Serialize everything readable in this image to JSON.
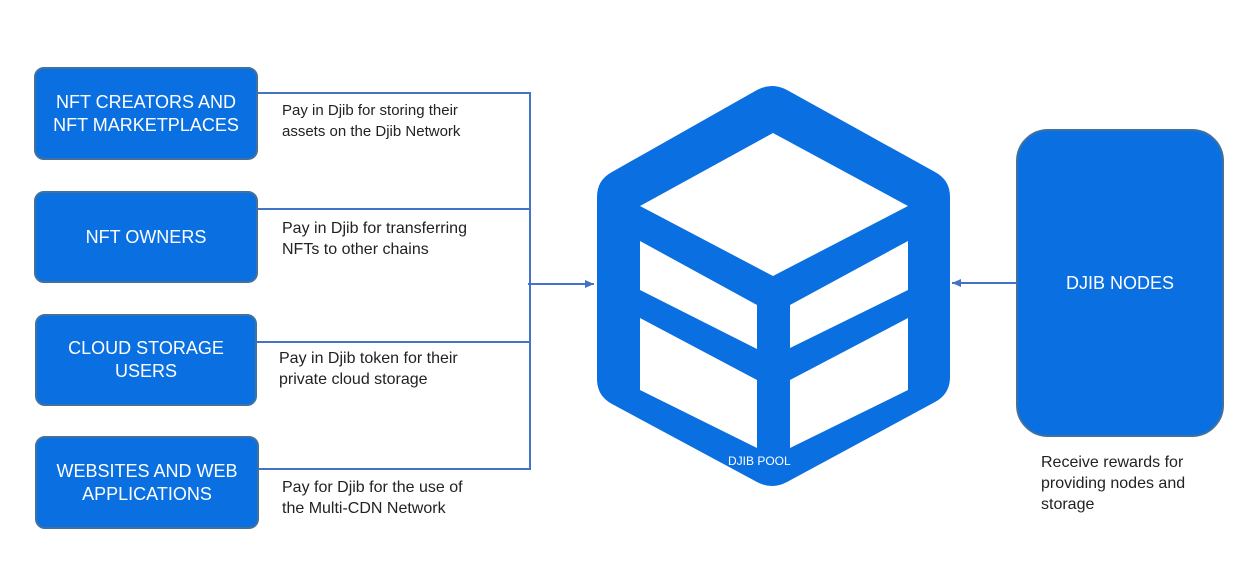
{
  "diagram": {
    "sources": [
      {
        "label": "NFT CREATORS AND\nNFT MARKETPLACES",
        "description": "Pay in Djib for storing their\nassets on the Djib Network"
      },
      {
        "label": "NFT OWNERS",
        "description": "Pay in Djib for transferring\nNFTs to other chains"
      },
      {
        "label": "CLOUD STORAGE\nUSERS",
        "description": "Pay in Djib token for their\nprivate cloud storage"
      },
      {
        "label": "WEBSITES AND WEB\nAPPLICATIONS",
        "description": "Pay for Djib for the use of\nthe Multi-CDN Network"
      }
    ],
    "pool_label": "DJIB POOL",
    "nodes": {
      "label": "DJIB NODES",
      "description": "Receive rewards for\nproviding nodes and\nstorage"
    },
    "colors": {
      "box_fill": "#0a6fe0",
      "box_border": "#41719c",
      "connector": "#4472c4",
      "pool": "#0a6fe0"
    }
  }
}
